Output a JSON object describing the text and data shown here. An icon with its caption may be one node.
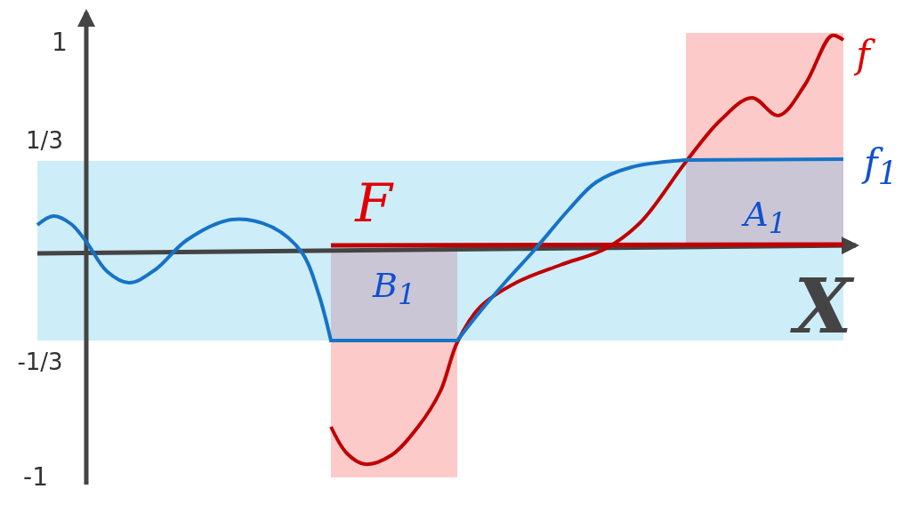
{
  "diagram": {
    "labels": [
      "1",
      "1/3",
      "-1/3",
      "-1",
      "f",
      "f$_{1}$",
      "F",
      "A$_{1}$",
      "B$_{1}$",
      "X"
    ]
  }
}
